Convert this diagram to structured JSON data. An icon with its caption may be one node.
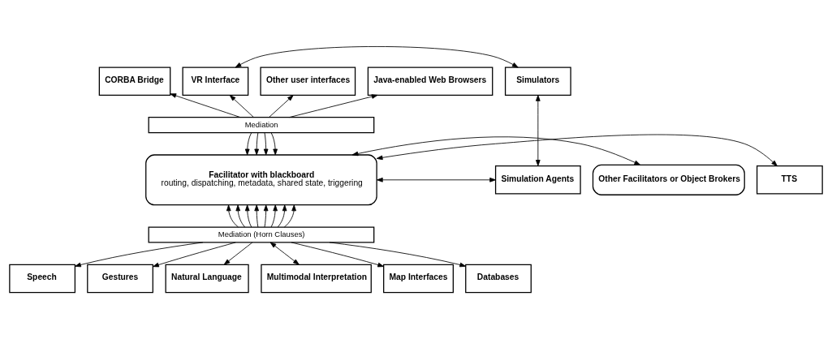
{
  "diagram": {
    "nodes": [
      {
        "text": [
          "CORBA Bridge"
        ]
      },
      {
        "text": [
          "Other user interfaces"
        ]
      },
      {
        "text": [
          "Java-enabled Web Browsers"
        ]
      },
      {
        "text": [
          "VR Interface"
        ]
      },
      {
        "text": [
          "Simulators"
        ]
      },
      {
        "text": [
          "Mediation"
        ]
      },
      {
        "text": [
          "Other Facilitators or Object Brokers"
        ]
      },
      {
        "text": [
          "Facilitator with blackboard",
          "routing, dispatching, metadata, shared state, triggering"
        ]
      },
      {
        "text": [
          "TTS"
        ]
      },
      {
        "text": [
          "Simulation Agents"
        ]
      },
      {
        "text": [
          "Mediation (Horn Clauses)"
        ]
      },
      {
        "text": [
          "Speech"
        ]
      },
      {
        "text": [
          "Gestures"
        ]
      },
      {
        "text": [
          "Natural Language"
        ]
      },
      {
        "text": [
          "Multimodal Interpretation"
        ]
      },
      {
        "text": [
          "Map Interfaces"
        ]
      },
      {
        "text": [
          "Databases"
        ]
      }
    ],
    "edges": [
      {
        "from": 5,
        "to": 0,
        "arrow": "to"
      },
      {
        "from": 5,
        "to": 1,
        "arrow": "to"
      },
      {
        "from": 5,
        "to": 2,
        "arrow": "to"
      },
      {
        "from": 5,
        "to": 3,
        "arrow": "to"
      },
      {
        "from": 3,
        "to": 4,
        "arrow": "both"
      },
      {
        "from": 5,
        "to": 7,
        "arrow": "to"
      },
      {
        "from": 5,
        "to": 7,
        "arrow": "to"
      },
      {
        "from": 5,
        "to": 7,
        "arrow": "to"
      },
      {
        "from": 5,
        "to": 7,
        "arrow": "to"
      },
      {
        "from": 6,
        "to": 7,
        "arrow": "both"
      },
      {
        "from": 4,
        "to": 9,
        "arrow": "both"
      },
      {
        "from": 7,
        "to": 9,
        "arrow": "both"
      },
      {
        "from": 8,
        "to": 7,
        "arrow": "both"
      },
      {
        "from": 10,
        "to": 7,
        "arrow": "to"
      },
      {
        "from": 10,
        "to": 7,
        "arrow": "to"
      },
      {
        "from": 10,
        "to": 7,
        "arrow": "to"
      },
      {
        "from": 10,
        "to": 7,
        "arrow": "to"
      },
      {
        "from": 10,
        "to": 7,
        "arrow": "to"
      },
      {
        "from": 10,
        "to": 7,
        "arrow": "to"
      },
      {
        "from": 10,
        "to": 7,
        "arrow": "to"
      },
      {
        "from": 10,
        "to": 7,
        "arrow": "to"
      },
      {
        "from": 10,
        "to": 11,
        "arrow": "to"
      },
      {
        "from": 10,
        "to": 12,
        "arrow": "to"
      },
      {
        "from": 10,
        "to": 13,
        "arrow": "to"
      },
      {
        "from": 10,
        "to": 14,
        "arrow": "both"
      },
      {
        "from": 10,
        "to": 15,
        "arrow": "to"
      },
      {
        "from": 10,
        "to": 16,
        "arrow": "to"
      }
    ]
  }
}
